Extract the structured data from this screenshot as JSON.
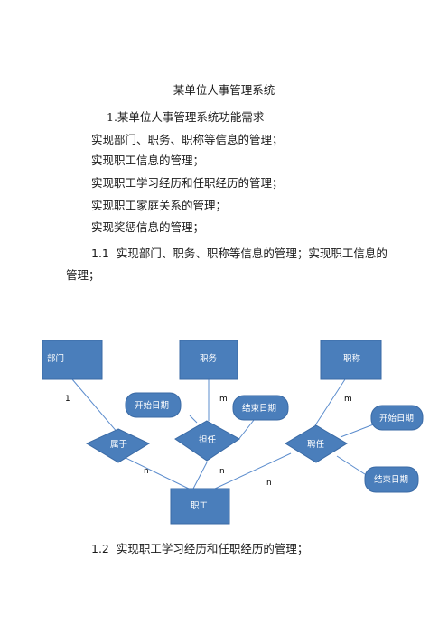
{
  "title": "某单位人事管理系统",
  "section1": "1.某单位人事管理系统功能需求",
  "items": [
    "实现部门、职务、职称等信息的管理；",
    "实现职工信息的管理；",
    "实现职工学习经历和任职经历的管理；",
    "实现职工家庭关系的管理；",
    "实现奖惩信息的管理；"
  ],
  "sub11_num": "1.1",
  "sub11_line1": "实现部门、职务、职称等信息的管理；实现职工信息的",
  "sub11_line2": "管理；",
  "diagram": {
    "entities": {
      "dept": "部门",
      "post": "职务",
      "title": "职称",
      "staff": "职工"
    },
    "relationships": {
      "belong": "属于",
      "serve": "担任",
      "hire": "聘任"
    },
    "attributes": {
      "serve_start": "开始日期",
      "serve_end": "结束日期",
      "hire_start": "开始日期",
      "hire_end": "结束日期"
    },
    "cardinalities": {
      "c1": "1",
      "c2": "m",
      "c3": "m",
      "c4": "n",
      "c5": "n",
      "c6": "n"
    }
  },
  "sub12_num": "1.2",
  "sub12_text": "实现职工学习经历和任职经历的管理；"
}
